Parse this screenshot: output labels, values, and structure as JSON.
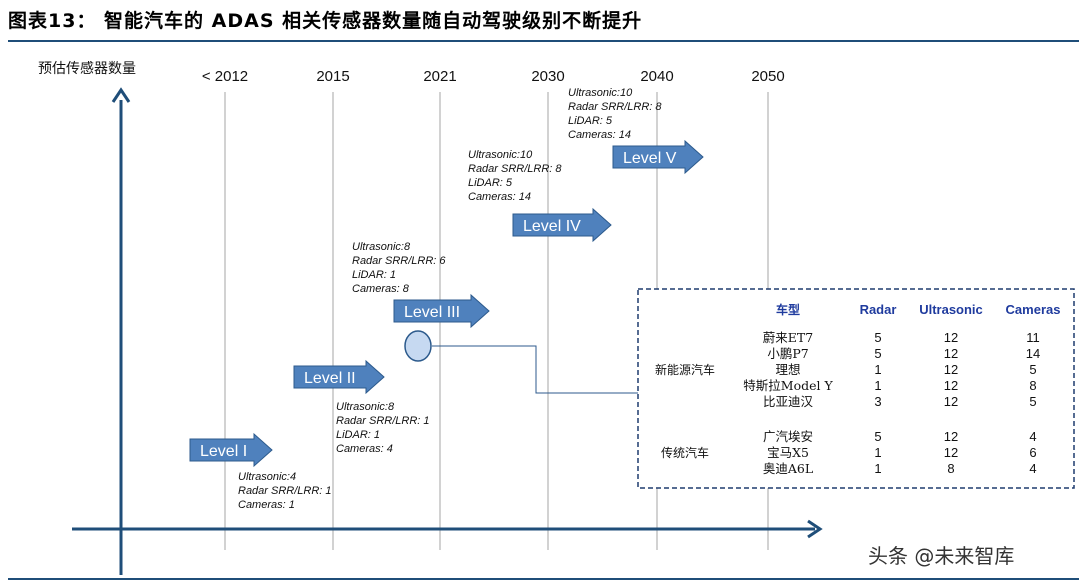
{
  "title": "图表13：  智能汽车的 ADAS 相关传感器数量随自动驾驶级别不断提升",
  "watermark": "头条 @未来智库",
  "chart_data": {
    "type": "timeline",
    "ylabel": "预估传感器数量",
    "years": [
      "< 2012",
      "2015",
      "2021",
      "2030",
      "2040",
      "2050"
    ],
    "levels": [
      {
        "name": "Level I",
        "specs": [
          "Ultrasonic:4",
          "Radar SRR/LRR: 1",
          "Cameras: 1"
        ]
      },
      {
        "name": "Level II",
        "specs": [
          "Ultrasonic:8",
          "Radar SRR/LRR: 1",
          "LiDAR: 1",
          "Cameras: 4"
        ]
      },
      {
        "name": "Level III",
        "specs": [
          "Ultrasonic:8",
          "Radar SRR/LRR: 6",
          "LiDAR: 1",
          "Cameras: 8"
        ]
      },
      {
        "name": "Level IV",
        "specs": [
          "Ultrasonic:10",
          "Radar SRR/LRR: 8",
          "LiDAR: 5",
          "Cameras: 14"
        ]
      },
      {
        "name": "Level V",
        "specs": [
          "Ultrasonic:10",
          "Radar SRR/LRR: 8",
          "LiDAR: 5",
          "Cameras: 14"
        ]
      }
    ],
    "table": {
      "columns": [
        "车型",
        "Radar",
        "Ultrasonic",
        "Cameras"
      ],
      "groups": [
        {
          "name": "新能源汽车",
          "rows": [
            {
              "model": "蔚来ET7",
              "radar": 5,
              "ultrasonic": 12,
              "cameras": 11
            },
            {
              "model": "小鹏P7",
              "radar": 5,
              "ultrasonic": 12,
              "cameras": 14
            },
            {
              "model": "理想",
              "radar": 1,
              "ultrasonic": 12,
              "cameras": 5
            },
            {
              "model": "特斯拉Model Y",
              "radar": 1,
              "ultrasonic": 12,
              "cameras": 8
            },
            {
              "model": "比亚迪汉",
              "radar": 3,
              "ultrasonic": 12,
              "cameras": 5
            }
          ]
        },
        {
          "name": "传统汽车",
          "rows": [
            {
              "model": "广汽埃安",
              "radar": 5,
              "ultrasonic": 12,
              "cameras": 4
            },
            {
              "model": "宝马X5",
              "radar": 1,
              "ultrasonic": 12,
              "cameras": 6
            },
            {
              "model": "奥迪A6L",
              "radar": 1,
              "ultrasonic": 8,
              "cameras": 4
            }
          ]
        }
      ]
    },
    "colors": {
      "arrow": "#4f81bd",
      "arrow_stroke": "#2c5a8c",
      "axis": "#1f4e79",
      "gridline": "#a6a6a6",
      "table_border": "#1f3b6e",
      "marker": "#c6d9f1"
    }
  }
}
